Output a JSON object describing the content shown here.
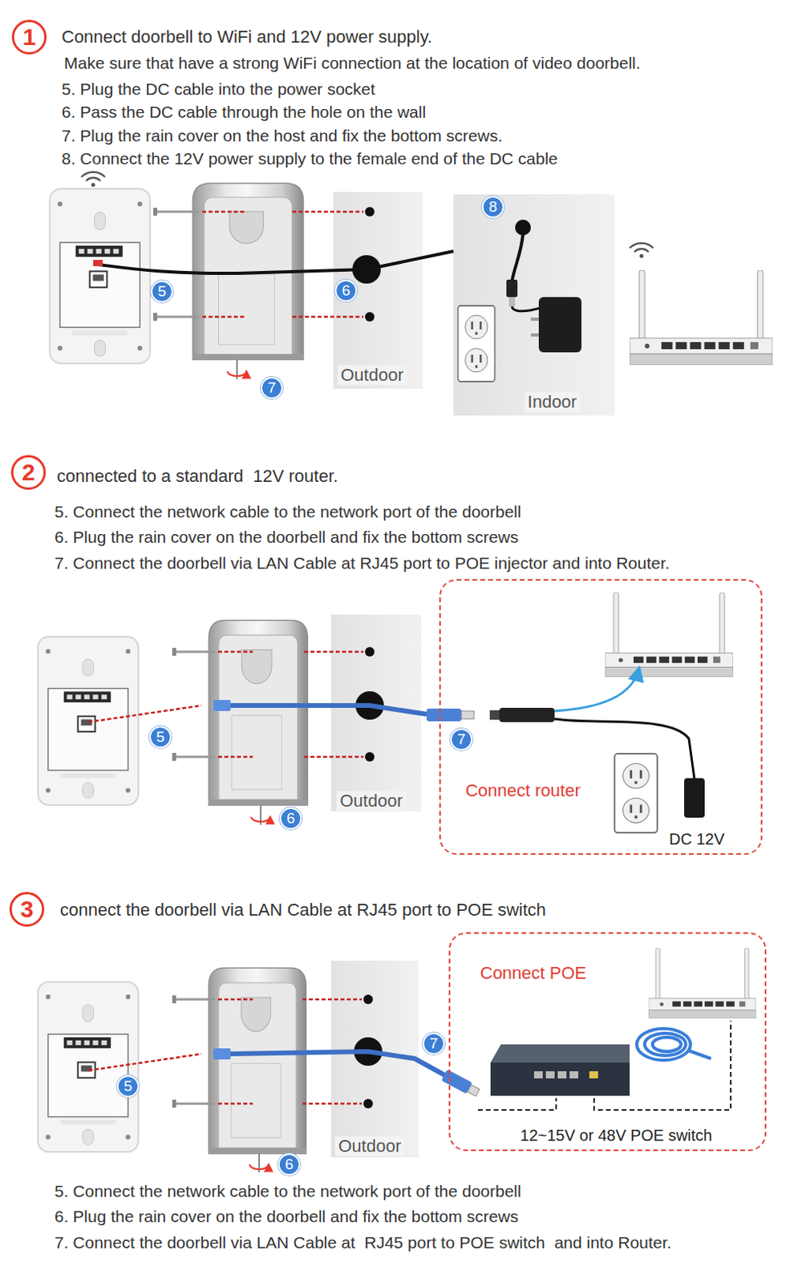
{
  "diagram": {
    "nodes": [
      {
        "text": [
          "Connect router",
          "DC 12V"
        ]
      },
      {
        "text": [
          "Connect POE",
          "12~15V or 48V POE switch"
        ]
      }
    ],
    "labels": [
      "1",
      "Connect doorbell to WiFi and 12V power supply.",
      "Make sure that have a strong WiFi connection at the location of video doorbell.",
      "5. Plug the DC cable into the power socket",
      "6. Pass the DC cable through the hole on the wall",
      "7. Plug the rain cover on the host and fix the bottom screws.",
      "8. Connect the 12V power supply to the female end of the DC cable",
      "5",
      "6",
      "7",
      "8",
      "Outdoor",
      "Indoor",
      "2",
      "connected to a standard  12V router.",
      "5. Connect the network cable to the network port of the doorbell",
      "6. Plug the rain cover on the doorbell and fix the bottom screws",
      "7. Connect the doorbell via LAN Cable at RJ45 port to POE injector and into Router.",
      "5",
      "7",
      "6",
      "Outdoor",
      "3",
      "connect the doorbell via LAN Cable at RJ45 port to POE switch",
      "5",
      "7",
      "6",
      "Outdoor",
      "5. Connect the network cable to the network port of the doorbell",
      "6. Plug the rain cover on the doorbell and fix the bottom screws",
      "7. Connect the doorbell via LAN Cable at  RJ45 port to POE switch  and into Router."
    ]
  }
}
